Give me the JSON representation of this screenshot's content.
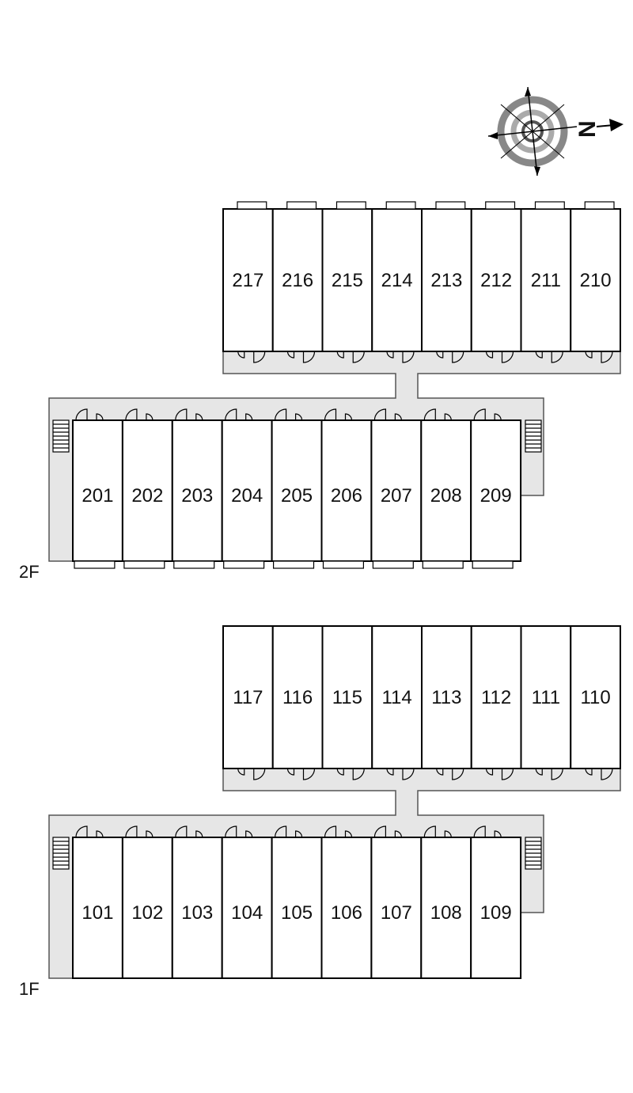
{
  "compass": {
    "north_label": "N",
    "icon": "compass-rose-icon"
  },
  "floors": [
    {
      "label": "2F",
      "back_row": [
        "217",
        "216",
        "215",
        "214",
        "213",
        "212",
        "211",
        "210"
      ],
      "front_row": [
        "201",
        "202",
        "203",
        "204",
        "205",
        "206",
        "207",
        "208",
        "209"
      ]
    },
    {
      "label": "1F",
      "back_row": [
        "117",
        "116",
        "115",
        "114",
        "113",
        "112",
        "111",
        "110"
      ],
      "front_row": [
        "101",
        "102",
        "103",
        "104",
        "105",
        "106",
        "107",
        "108",
        "109"
      ]
    }
  ],
  "colors": {
    "corridor": "#e6e6e6",
    "wall": "#000000",
    "background": "#ffffff"
  }
}
